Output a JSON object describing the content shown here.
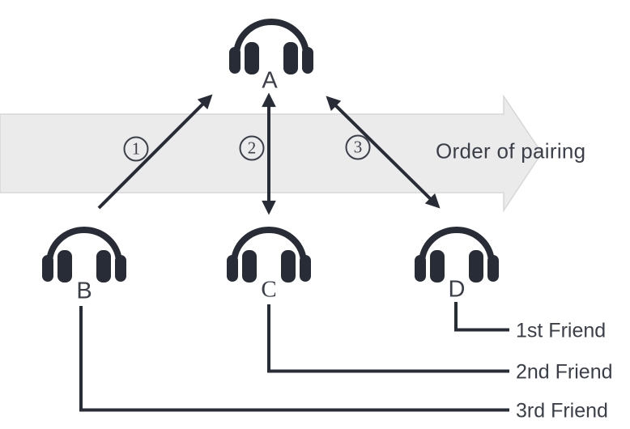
{
  "banner": {
    "label": "Order of pairing"
  },
  "nodes": {
    "a": {
      "label": "A"
    },
    "b": {
      "label": "B"
    },
    "c": {
      "label": "C"
    },
    "d": {
      "label": "D"
    }
  },
  "steps": {
    "one": {
      "number": "1"
    },
    "two": {
      "number": "2"
    },
    "three": {
      "number": "3"
    }
  },
  "legend": {
    "first": {
      "label": "1st Friend"
    },
    "second": {
      "label": "2nd Friend"
    },
    "third": {
      "label": "3rd Friend"
    }
  },
  "colors": {
    "ink": "#272c36",
    "text": "#3a3f49",
    "band_fill": "#ebebeb",
    "band_border": "#d7d7d7"
  }
}
